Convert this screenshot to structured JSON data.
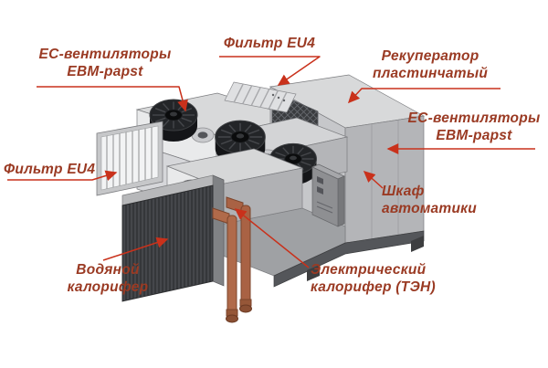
{
  "colors": {
    "label_text": "#9a3a23",
    "leader_line": "#c9311b",
    "background": "#ffffff"
  },
  "labels": [
    {
      "id": "fans-left",
      "text": "ЕС-вентиляторы\nEBM-papst"
    },
    {
      "id": "filter-top",
      "text": "Фильтр EU4"
    },
    {
      "id": "recuperator",
      "text": "Рекуператор\nпластинчатый"
    },
    {
      "id": "fans-right",
      "text": "ЕС-вентиляторы\nEBM-papst"
    },
    {
      "id": "cabinet",
      "text": "Шкаф\nавтоматики"
    },
    {
      "id": "filter-left",
      "text": "Фильтр EU4"
    },
    {
      "id": "water-heater",
      "text": "Водяной\nкалорифер"
    },
    {
      "id": "electric-heater",
      "text": "Электрический\nкалорифер (ТЭН)"
    }
  ]
}
